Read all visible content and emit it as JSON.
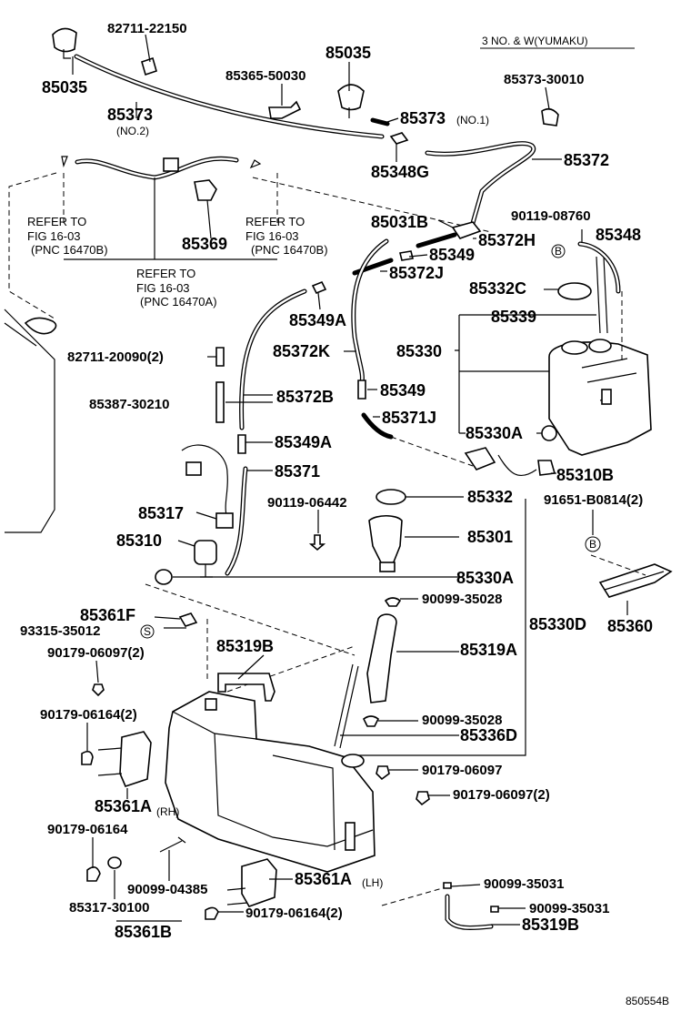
{
  "header": {
    "note": "3 NO. & W(YUMAKU)"
  },
  "footer": {
    "code": "850554B"
  },
  "refs": {
    "left_1": "REFER TO",
    "left_2": "FIG 16-03",
    "left_3": "(PNC 16470B)",
    "mid_1": "REFER TO",
    "mid_2": "FIG 16-03",
    "mid_3": "(PNC 16470A)",
    "right_1": "REFER TO",
    "right_2": "FIG 16-03",
    "right_3": "(PNC 16470B)"
  },
  "labels": {
    "p82711_22150": "82711-22150",
    "p85035_left": "85035",
    "p85373_no2": "85373",
    "no2": "(NO.2)",
    "p85035_mid": "85035",
    "p85365_50030": "85365-50030",
    "p85373_no1": "85373",
    "no1": "(NO.1)",
    "p85348G": "85348G",
    "p85373_30010": "85373-30010",
    "p85372": "85372",
    "p85369": "85369",
    "p85031B": "85031B",
    "p85372H": "85372H",
    "p85349_top": "85349",
    "p85372J": "85372J",
    "p90119_08760": "90119-08760",
    "p85348": "85348",
    "p85349A_top": "85349A",
    "p85332C": "85332C",
    "p85339": "85339",
    "p82711_20090": "82711-20090(2)",
    "p85372K": "85372K",
    "p85330": "85330",
    "p85387_30210": "85387-30210",
    "p85372B": "85372B",
    "p85349_mid": "85349",
    "p85371J": "85371J",
    "p85330A_top": "85330A",
    "p85349A_mid": "85349A",
    "p85310B": "85310B",
    "p85371": "85371",
    "p85317": "85317",
    "p90119_06442": "90119-06442",
    "p85332": "85332",
    "p91651_B0814": "91651-B0814(2)",
    "p85310": "85310",
    "p85301": "85301",
    "p85330A_bottom": "85330A",
    "p90099_35028_top": "90099-35028",
    "p85361F": "85361F",
    "p85330D": "85330D",
    "p85360": "85360",
    "p93315_35012": "93315-35012",
    "p90179_06097_2a": "90179-06097(2)",
    "p85319B_top": "85319B",
    "p85319A": "85319A",
    "p90179_06164_2a": "90179-06164(2)",
    "p90099_35028_bottom": "90099-35028",
    "p85336D": "85336D",
    "p90179_06097": "90179-06097",
    "p90179_06097_2b": "90179-06097(2)",
    "p85361A_RH": "85361A",
    "rh": "(RH)",
    "p90179_06164": "90179-06164",
    "p90099_04385": "90099-04385",
    "p85361A_LH": "85361A",
    "lh": "(LH)",
    "p90099_35031_a": "90099-35031",
    "p90099_35031_b": "90099-35031",
    "p85317_30100": "85317-30100",
    "p90179_06164_2b": "90179-06164(2)",
    "p85361B": "85361B",
    "p85319B_bottom": "85319B",
    "circle_b_1": "B",
    "circle_b_2": "B",
    "circle_s": "S"
  },
  "icons": {
    "circle_b": "circled-letter-b",
    "circle_s": "circled-letter-s"
  },
  "colors": {
    "line": "#000000",
    "background": "#ffffff"
  }
}
